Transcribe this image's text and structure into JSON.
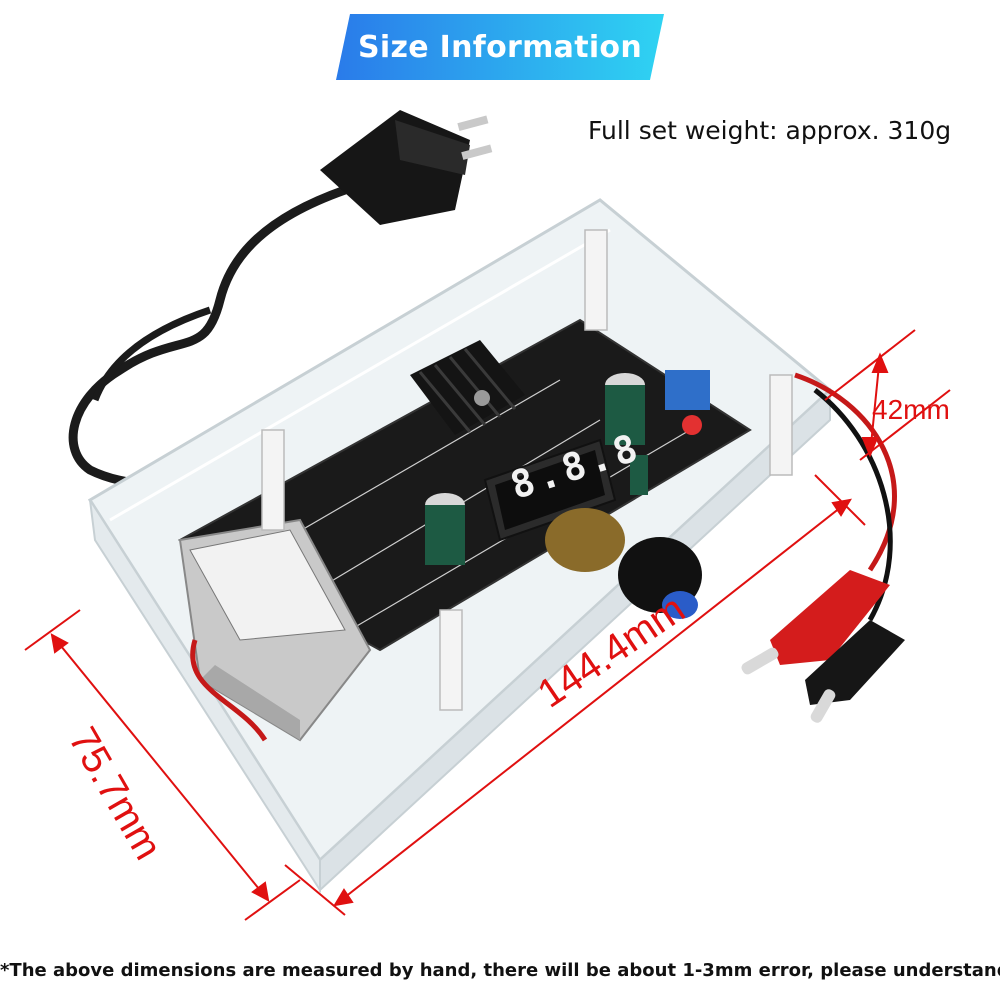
{
  "banner": {
    "title": "Size Information",
    "color_start": "#2a7bea",
    "color_end": "#2fd3f2"
  },
  "weight_label": "Full set weight: approx. 310g",
  "dimensions": {
    "height": "42mm",
    "length": "144.4mm",
    "width": "75.7mm",
    "color": "#e01010"
  },
  "display_readout": "8.8.8",
  "footnote": "*The above dimensions are measured by hand, there will be about 1-3mm error, please understand!"
}
